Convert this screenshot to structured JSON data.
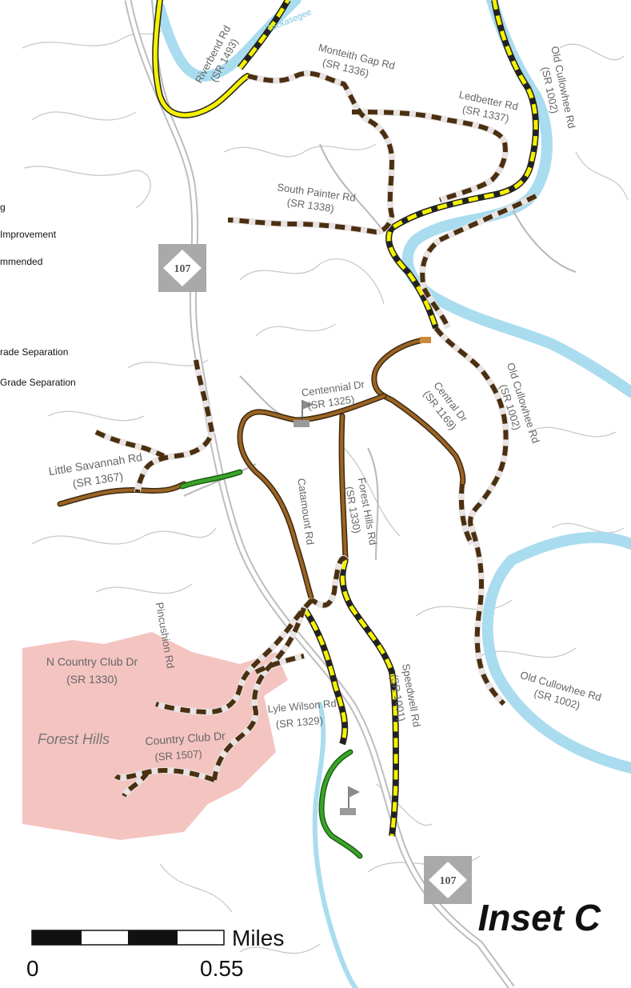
{
  "legend": {
    "items": [
      {
        "label": "g"
      },
      {
        "label": "Improvement"
      },
      {
        "label": "mmended"
      },
      {
        "label": "rade Separation"
      },
      {
        "label": "Grade Separation"
      }
    ]
  },
  "map": {
    "title": "Inset C",
    "region_label": "Forest Hills",
    "river_label": "Tuckasegee",
    "shields": [
      {
        "number": "107"
      },
      {
        "number": "107"
      }
    ],
    "roads": [
      {
        "name": "Riverbend Rd",
        "route": "(SR 1493)"
      },
      {
        "name": "Monteith Gap Rd",
        "route": "(SR 1336)"
      },
      {
        "name": "Ledbetter Rd",
        "route": "(SR 1337)"
      },
      {
        "name": "Old Cullowhee Rd",
        "route": "(SR 1002)"
      },
      {
        "name": "South Painter Rd",
        "route": "(SR 1338)"
      },
      {
        "name": "Centennial Dr",
        "route": "(SR 1325)"
      },
      {
        "name": "Central Dr",
        "route": "(SR 1169)"
      },
      {
        "name": "Old Cullowhee Rd",
        "route": "(SR 1002)"
      },
      {
        "name": "Little Savannah Rd",
        "route": "(SR 1367)"
      },
      {
        "name": "Catamount Rd",
        "route": ""
      },
      {
        "name": "Forest Hills Rd",
        "route": "(SR 1330)"
      },
      {
        "name": "Pincushion Rd",
        "route": ""
      },
      {
        "name": "N Country Club Dr",
        "route": "(SR 1330)"
      },
      {
        "name": "Speedwell Rd",
        "route": "(SR 1001)"
      },
      {
        "name": "Old Cullowhee Rd",
        "route": "(SR 1002)"
      },
      {
        "name": "Lyle Wilson Rd",
        "route": "(SR 1329)"
      },
      {
        "name": "Country Club Dr",
        "route": "(SR 1507)"
      }
    ]
  },
  "scale": {
    "unit": "Miles",
    "start": "0",
    "end": "0.55"
  },
  "colors": {
    "river": "#a9dcef",
    "existing_trail": "#8b5a1e",
    "recommended_trail": "#5a3a12",
    "yellow_route": "#f5f200",
    "green_route": "#2f8d22",
    "pink_area": "#f4c4c1",
    "gray_road": "#b8b8b8"
  }
}
